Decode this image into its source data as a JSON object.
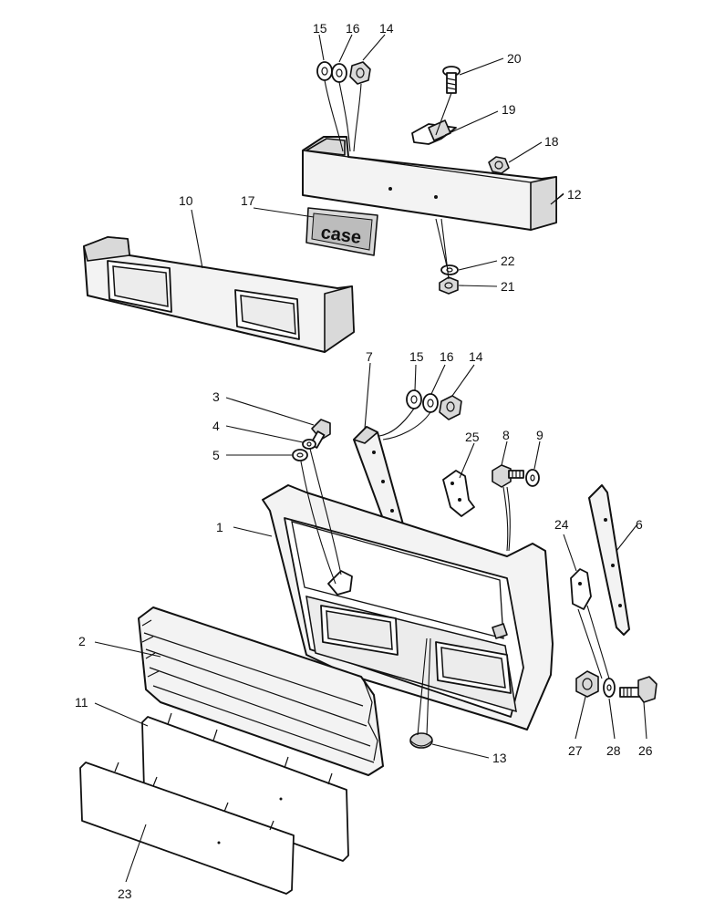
{
  "diagram": {
    "callouts": {
      "c1": "1",
      "c2": "2",
      "c3": "3",
      "c4": "4",
      "c5": "5",
      "c6": "6",
      "c7": "7",
      "c8": "8",
      "c9": "9",
      "c10": "10",
      "c11": "11",
      "c12": "12",
      "c13": "13",
      "c14a": "14",
      "c14b": "14",
      "c15a": "15",
      "c15b": "15",
      "c16a": "16",
      "c16b": "16",
      "c17": "17",
      "c18": "18",
      "c19": "19",
      "c20": "20",
      "c21": "21",
      "c22": "22",
      "c23": "23",
      "c24": "24",
      "c25": "25",
      "c26": "26",
      "c27": "27",
      "c28": "28"
    },
    "emblem_text": "case"
  }
}
